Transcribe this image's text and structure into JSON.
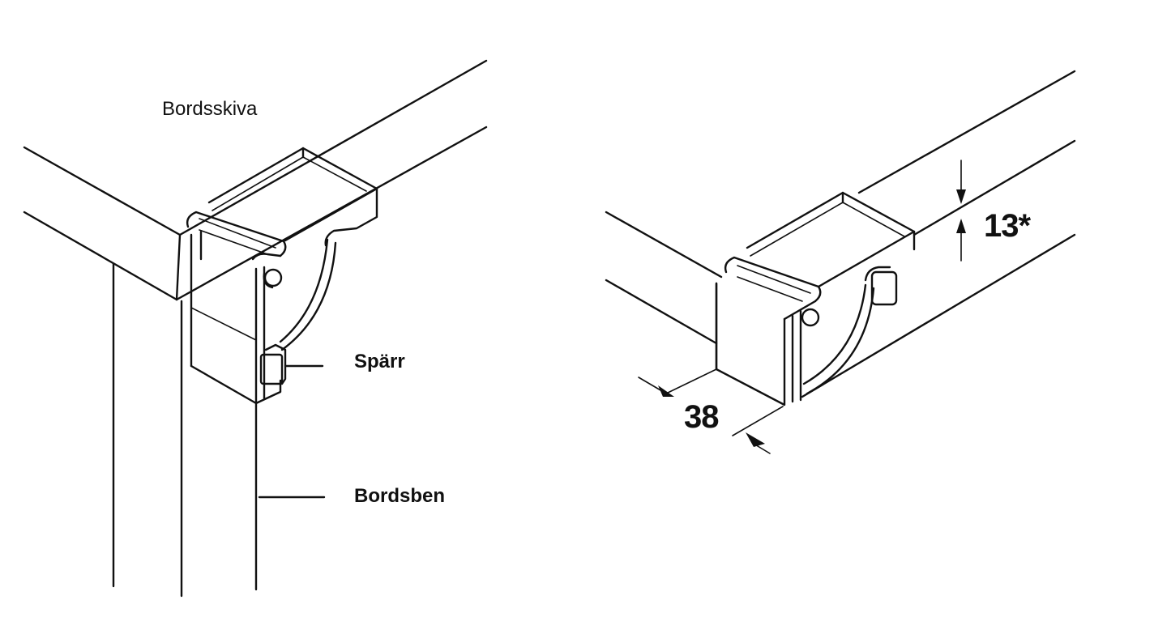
{
  "labels": {
    "tabletop": "Bordsskiva",
    "latch": "Spärr",
    "table_leg": "Bordsben"
  },
  "dimensions": {
    "height": "13*",
    "width": "38"
  },
  "colors": {
    "line": "#111111",
    "background": "#ffffff"
  }
}
